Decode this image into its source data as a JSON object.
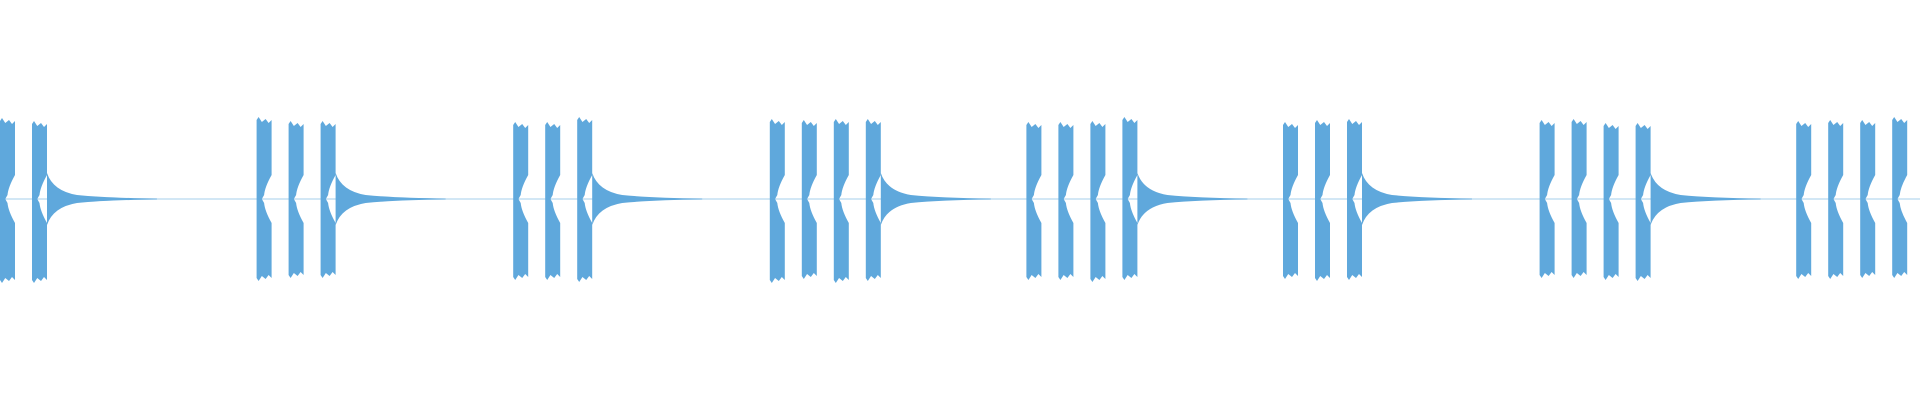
{
  "waveform": {
    "color": "#5fa8dc",
    "background": "#ffffff",
    "bars_per_group": [
      2,
      3,
      3,
      4,
      4,
      3,
      4,
      4
    ]
  }
}
